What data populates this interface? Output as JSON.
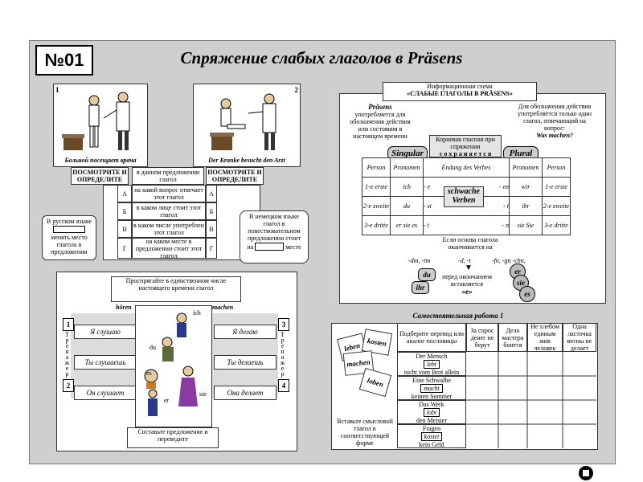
{
  "number": "№01",
  "title": "Спряжение слабых глаголов в Präsens",
  "pictures": {
    "left_num": "1",
    "left_caption": "Больной посещает врача",
    "right_num": "2",
    "right_caption": "Der Kranke besucht den Arzt"
  },
  "analysis": {
    "hdr_look_left": "ПОСМОТРИТЕ И ОПРЕДЕЛИТЕ",
    "hdr_mid": "в данном предложении глагол",
    "hdr_look_right": "ПОСМОТРИТЕ И ОПРЕДЕЛИТЕ",
    "rows": [
      {
        "letter": "А",
        "text": "на какой вопрос отвечает этот глагол"
      },
      {
        "letter": "Б",
        "text": "в каком лице стоит этот глагол"
      },
      {
        "letter": "В",
        "text": "в каком числе употреблен этот глагол"
      },
      {
        "letter": "Г",
        "text": "на каком месте в предложении стоит этот глагол"
      }
    ],
    "note_ru_1": "В русском языке",
    "note_ru_2": "менять место глагола в предложении",
    "note_de_1": "В немецком языке глагол в повествовательном предложении стоит",
    "note_de_2": "на",
    "note_de_3": "месте"
  },
  "scheme": {
    "head_1": "Информационная схема",
    "head_2": "«СЛАБЫЕ ГЛАГОЛЫ В PRÄSENS»",
    "praesens_title": "Präsens",
    "praesens_text": "употребляется для обозначения действия или состояния в настоящем времени",
    "right_text": "Для обозначения действия употребляется только один глагол, отвечающий на вопрос:",
    "right_question": "Was machen?",
    "root_text": "Корневая гласная при спряжении",
    "root_text_2": "с о х р а н я е т с я",
    "singular": "Singular",
    "plural": "Plural",
    "col_person": "Person",
    "col_pronomen": "Pronomen",
    "col_endung": "Endung des Verbes",
    "rows": [
      {
        "p1": "1-е erste",
        "pr1": "ich",
        "e1": "- e",
        "e2": "- en",
        "pr2": "wir",
        "p2": "1-е erste"
      },
      {
        "p1": "2-е zweite",
        "pr1": "du",
        "e1": "- st",
        "e2": "- t",
        "pr2": "ihr",
        "p2": "2-е zweite"
      },
      {
        "p1": "3-е dritte",
        "pr1": "er sie es",
        "e1": "- t",
        "e2": "- n",
        "pr2": "sie Sie",
        "p2": "3-е dritte"
      }
    ],
    "weak": "schwache Verben",
    "basis_text": "Если основа глагола оканчивается на",
    "end_1": "-dm, -tm",
    "end_2": "-d, -t",
    "end_3": "-fn, -gn -chn,",
    "du": "du",
    "ihr": "ihr",
    "er": "er",
    "sie": "sie",
    "es": "es",
    "before_text": "перед окончанием вставляется",
    "e_insert": "«e»"
  },
  "drill": {
    "prompt": "Проспрягайте в единственном числе настоящего времени глагол",
    "verb_left": "hören",
    "verb_right": "machen",
    "left_side": "Тренажер",
    "right_side": "Тренажер",
    "nums": [
      "1",
      "2",
      "3",
      "4"
    ],
    "left_rows": [
      "Я слушаю",
      "Ты слушаешь",
      "Он слушает"
    ],
    "right_rows": [
      "Я делаю",
      "Ты делаешь",
      "Она делает"
    ],
    "pronouns": [
      "ich",
      "du",
      "es",
      "er",
      "sie"
    ],
    "bottom": "Составьте предложение и переведите"
  },
  "work": {
    "title": "Самостоятельная работа 1",
    "cards": [
      "leben",
      "kosten",
      "machen",
      "loben"
    ],
    "hdr_1": "Подберите перевод или аналог пословицы",
    "hdr_2": "За спрос денег не берут",
    "hdr_3": "Дело мастера боится",
    "hdr_4": "Не хлебом единым жив человек",
    "hdr_5": "Одна ласточка весны не делает",
    "instruction": "Вставьте смысловой глагол в соответствующей форме",
    "proverbs": [
      {
        "a": "Der Mensch",
        "verb": "lebt",
        "b": "nicht vom Brot allein"
      },
      {
        "a": "Eine Schwalbe",
        "verb": "macht",
        "b": "keinen Sommer"
      },
      {
        "a": "Das Werk",
        "verb": "lobt",
        "b": "den Meister"
      },
      {
        "a": "Fragen",
        "verb": "kostet",
        "b": "kein Geld"
      }
    ]
  }
}
